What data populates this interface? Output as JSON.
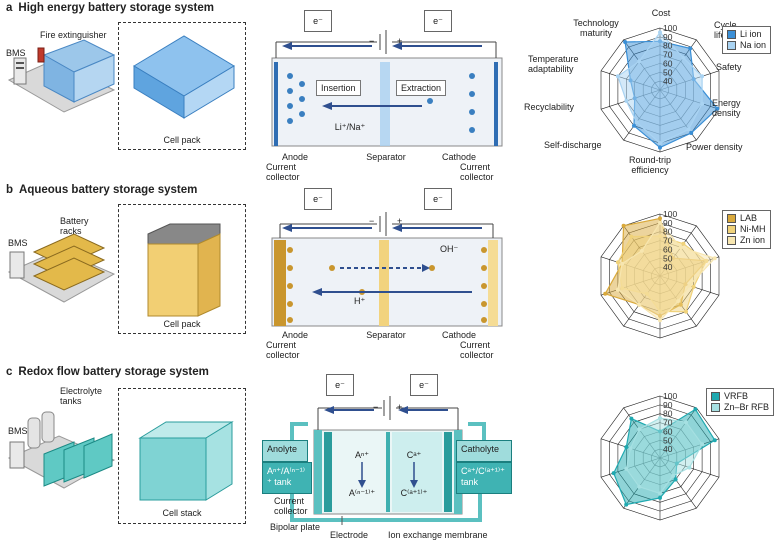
{
  "sections": [
    {
      "letter": "a",
      "title": "High energy battery storage system",
      "system_labels": {
        "bms": "BMS",
        "extra": "Fire extinguisher",
        "pack": "Cell pack"
      },
      "cell": {
        "electron": "e⁻",
        "minus": "−",
        "plus": "+",
        "insertion": "Insertion",
        "extraction": "Extraction",
        "ion": "Li⁺/Na⁺",
        "anode": "Anode",
        "separator": "Separator",
        "cathode": "Cathode",
        "current_collector": "Current collector"
      },
      "radar": {
        "axes": [
          "Cost",
          "Cycle life",
          "Safety",
          "Energy density",
          "Power density",
          "Round-trip efficiency",
          "Self-discharge",
          "Recyclability",
          "Temperature adaptability",
          "Technology maturity"
        ],
        "ticks": [
          "100",
          "90",
          "80",
          "70",
          "60",
          "50",
          "40"
        ],
        "series": [
          {
            "name": "Li ion",
            "color": "#3a8fd6"
          },
          {
            "name": "Na ion",
            "color": "#a9d3f2"
          }
        ]
      }
    },
    {
      "letter": "b",
      "title": "Aqueous battery storage system",
      "system_labels": {
        "bms": "BMS",
        "extra": "Battery racks",
        "pack": "Cell pack"
      },
      "cell": {
        "electron": "e⁻",
        "minus": "−",
        "plus": "+",
        "oh": "OH⁻",
        "h": "H⁺",
        "anode": "Anode",
        "separator": "Separator",
        "cathode": "Cathode",
        "current_collector": "Current collector"
      },
      "radar": {
        "ticks": [
          "100",
          "90",
          "80",
          "70",
          "60",
          "50",
          "40"
        ],
        "series": [
          {
            "name": "LAB",
            "color": "#d9a93c"
          },
          {
            "name": "Ni-MH",
            "color": "#f0d27a"
          },
          {
            "name": "Zn ion",
            "color": "#f7e6b0"
          }
        ]
      }
    },
    {
      "letter": "c",
      "title": "Redox flow battery storage system",
      "system_labels": {
        "bms": "BMS",
        "extra": "Electrolyte tanks",
        "pack": "Cell stack"
      },
      "cell": {
        "electron": "e⁻",
        "minus": "−",
        "plus": "+",
        "anolyte": "Anolyte",
        "anolyte_tank": "Aⁿ⁺/A⁽ⁿ⁻¹⁾⁺ tank",
        "catholyte": "Catholyte",
        "catholyte_tank": "Cᵃ⁺/C⁽ᵃ⁺¹⁾⁺ tank",
        "a_top": "Aⁿ⁺",
        "a_bottom": "A⁽ⁿ⁻¹⁾⁺",
        "c_top": "Cᵃ⁺",
        "c_bottom": "C⁽ᵃ⁺¹⁾⁺",
        "current_collector": "Current collector",
        "bipolar_plate": "Bipolar plate",
        "electrode": "Electrode",
        "membrane": "Ion exchange membrane"
      },
      "radar": {
        "ticks": [
          "100",
          "90",
          "80",
          "70",
          "60",
          "50",
          "40"
        ],
        "series": [
          {
            "name": "VRFB",
            "color": "#1fa9b0"
          },
          {
            "name": "Zn–Br RFB",
            "color": "#a6e0e2"
          }
        ]
      }
    }
  ],
  "chart_data": [
    {
      "type": "radar",
      "categories": [
        "Cost",
        "Cycle life",
        "Safety",
        "Energy density",
        "Power density",
        "Round-trip efficiency",
        "Self-discharge",
        "Recyclability",
        "Temperature adaptability",
        "Technology maturity"
      ],
      "ylim": [
        40,
        100
      ],
      "series": [
        {
          "name": "Li ion",
          "values": [
            85,
            88,
            70,
            98,
            90,
            95,
            80,
            60,
            65,
            97
          ]
        },
        {
          "name": "Na ion",
          "values": [
            95,
            75,
            80,
            80,
            85,
            90,
            75,
            70,
            80,
            70
          ]
        }
      ]
    },
    {
      "type": "radar",
      "categories": [
        "Cost",
        "Cycle life",
        "Safety",
        "Energy density",
        "Power density",
        "Round-trip efficiency",
        "Self-discharge",
        "Recyclability",
        "Temperature adaptability",
        "Technology maturity"
      ],
      "ylim": [
        40,
        100
      ],
      "series": [
        {
          "name": "LAB",
          "values": [
            95,
            55,
            85,
            60,
            70,
            75,
            70,
            95,
            75,
            100
          ]
        },
        {
          "name": "Ni-MH",
          "values": [
            75,
            75,
            85,
            70,
            80,
            70,
            55,
            75,
            80,
            85
          ]
        },
        {
          "name": "Zn ion",
          "values": [
            90,
            70,
            95,
            65,
            65,
            80,
            70,
            80,
            75,
            65
          ]
        }
      ]
    },
    {
      "type": "radar",
      "categories": [
        "Cost",
        "Cycle life",
        "Safety",
        "Energy density",
        "Power density",
        "Round-trip efficiency",
        "Self-discharge",
        "Recyclability",
        "Temperature adaptability",
        "Technology maturity"
      ],
      "ylim": [
        40,
        100
      ],
      "series": [
        {
          "name": "VRFB",
          "values": [
            60,
            98,
            95,
            50,
            60,
            75,
            95,
            85,
            70,
            85
          ]
        },
        {
          "name": "Zn–Br RFB",
          "values": [
            75,
            80,
            80,
            65,
            55,
            70,
            70,
            70,
            65,
            70
          ]
        }
      ]
    }
  ]
}
